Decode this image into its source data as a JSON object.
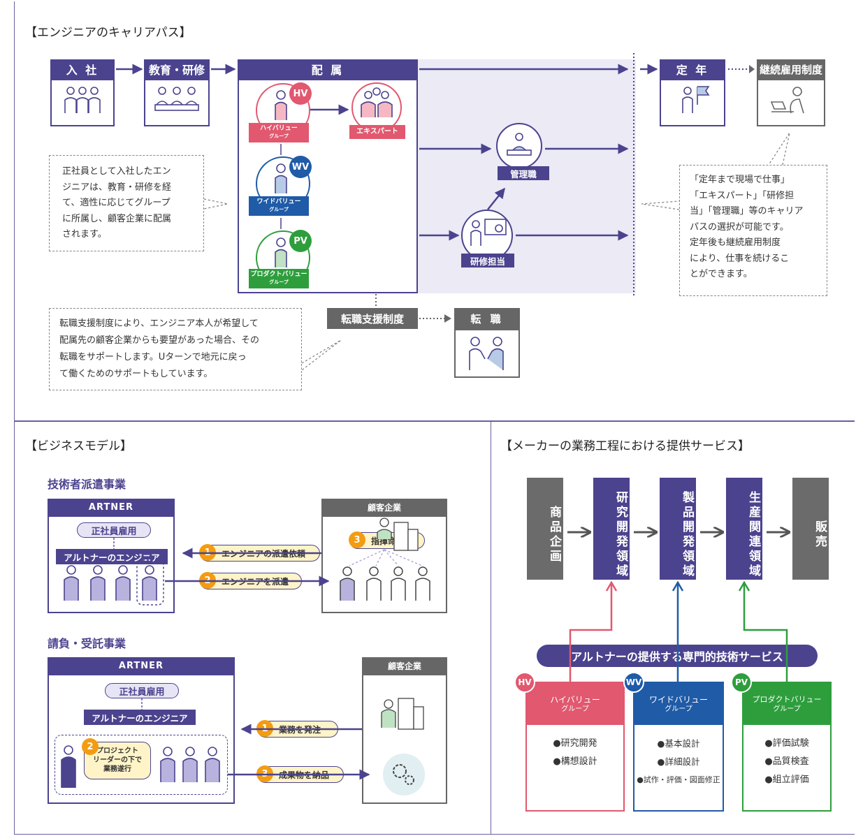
{
  "colors": {
    "primary": "#4b438e",
    "hv": "#e1586f",
    "wv": "#1f5ba7",
    "pv": "#2e9e3d",
    "gray": "#666666",
    "accent": "#f39c12",
    "pillbg": "#fff4c8"
  },
  "career": {
    "title": "【エンジニアのキャリアパス】",
    "join": "入 社",
    "training": "教育・研修",
    "assign": "配 属",
    "retire": "定 年",
    "rehire": "継続雇用制度",
    "hv_badge": "HV",
    "wv_badge": "WV",
    "pv_badge": "PV",
    "hv_label": "ハイバリュー",
    "wv_label": "ワイドバリュー",
    "pv_label": "プロダクトバリュー",
    "group_sub": "グループ",
    "expert": "エキスパート",
    "manager": "管理職",
    "trainer": "研修担当",
    "transfer_support": "転職支援制度",
    "transfer": "転 職",
    "note_left": "正社員として入社したエン\nジニアは、教育・研修を経\nて、適性に応じてグループ\nに所属し、顧客企業に配属\nされます。",
    "note_right": "「定年まで現場で仕事」\n「エキスパート」「研修担\n当」「管理職」等のキャリア\nパスの選択が可能です。\n定年後も継続雇用制度\nにより、仕事を続けるこ\nとができます。",
    "note_bottom": "転職支援制度により、エンジニア本人が希望して\n配属先の顧客企業からも要望があった場合、その\n転職をサポートします。Uターンで地元に戻っ\nて働くためのサポートもしています。"
  },
  "business": {
    "title": "【ビジネスモデル】",
    "dispatch": {
      "heading": "技術者派遣事業",
      "company": "ARTNER",
      "employment": "正社員雇用",
      "engineers": "アルトナーのエンジニア",
      "client": "顧客企業",
      "step1_num": "1",
      "step1": "エンジニアの派遣依頼",
      "step2_num": "2",
      "step2": "エンジニアを派遣",
      "step3_num": "3",
      "step3": "指揮命令"
    },
    "contract": {
      "heading": "請負・受託事業",
      "company": "ARTNER",
      "employment": "正社員雇用",
      "engineers": "アルトナーのエンジニア",
      "client": "顧客企業",
      "step1_num": "1",
      "step1": "業務を発注",
      "step2_num": "2",
      "step2": "プロジェクト\nリーダーの下で\n業務遂行",
      "step3_num": "3",
      "step3": "成果物を納品"
    }
  },
  "services": {
    "title": "【メーカーの業務工程における提供サービス】",
    "stages": [
      "商品企画",
      "研究開発領域",
      "製品開発領域",
      "生産関連領域",
      "販売"
    ],
    "banner": "アルトナーの提供する専門的技術サービス",
    "groups": [
      {
        "badge": "HV",
        "name": "ハイバリュー",
        "sub": "グループ",
        "items": [
          "●研究開発",
          "●構想設計"
        ]
      },
      {
        "badge": "WV",
        "name": "ワイドバリュー",
        "sub": "グループ",
        "items": [
          "●基本設計",
          "●詳細設計",
          "●試作・評価・図面修正"
        ]
      },
      {
        "badge": "PV",
        "name": "プロダクトバリュー",
        "sub": "グループ",
        "items": [
          "●評価試験",
          "●品質検査",
          "●組立評価"
        ]
      }
    ]
  }
}
